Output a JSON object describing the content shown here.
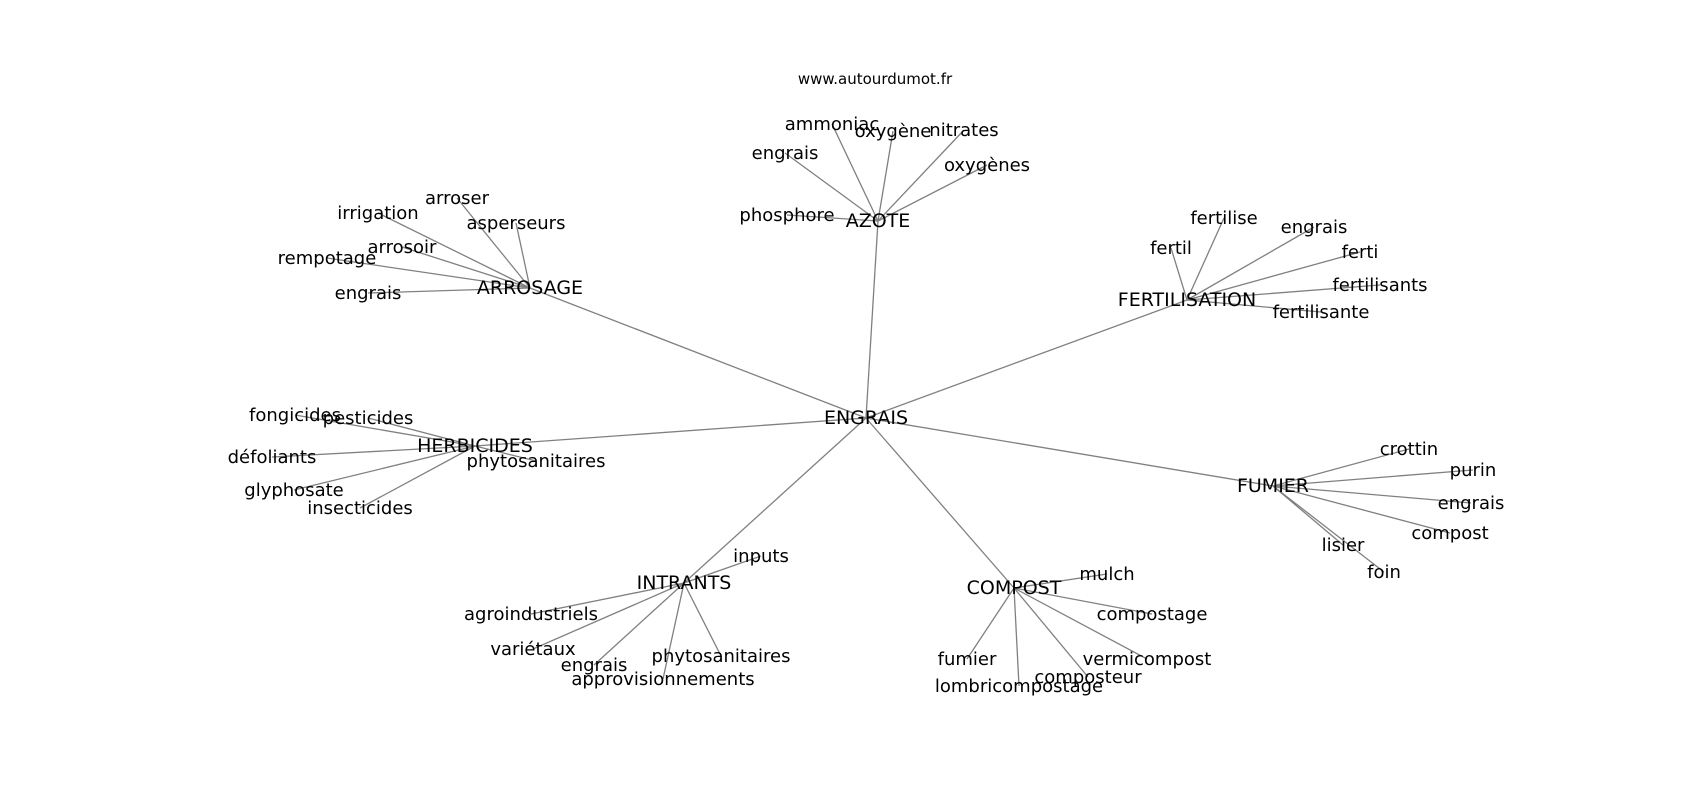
{
  "website": "www.autourdumot.fr",
  "root": "ENGRAIS",
  "clusters": [
    {
      "name": "AZOTE",
      "words": [
        "ammoniac",
        "oxygène",
        "nitrates",
        "engrais",
        "oxygènes",
        "phosphore"
      ]
    },
    {
      "name": "ARROSAGE",
      "words": [
        "arroser",
        "irrigation",
        "asperseurs",
        "arrosoir",
        "rempotage",
        "engrais"
      ]
    },
    {
      "name": "FERTILISATION",
      "words": [
        "fertilise",
        "engrais",
        "fertil",
        "ferti",
        "fertilisants",
        "fertilisante"
      ]
    },
    {
      "name": "HERBICIDES",
      "words": [
        "fongicides",
        "pesticides",
        "défoliants",
        "phytosanitaires",
        "glyphosate",
        "insecticides"
      ]
    },
    {
      "name": "FUMIER",
      "words": [
        "crottin",
        "purin",
        "engrais",
        "compost",
        "lisier",
        "foin"
      ]
    },
    {
      "name": "INTRANTS",
      "words": [
        "inputs",
        "agroindustriels",
        "variétaux",
        "engrais",
        "phytosanitaires",
        "approvisionnements"
      ]
    },
    {
      "name": "COMPOST",
      "words": [
        "mulch",
        "compostage",
        "fumier",
        "vermicompost",
        "composteur",
        "lombricompostage"
      ]
    }
  ]
}
